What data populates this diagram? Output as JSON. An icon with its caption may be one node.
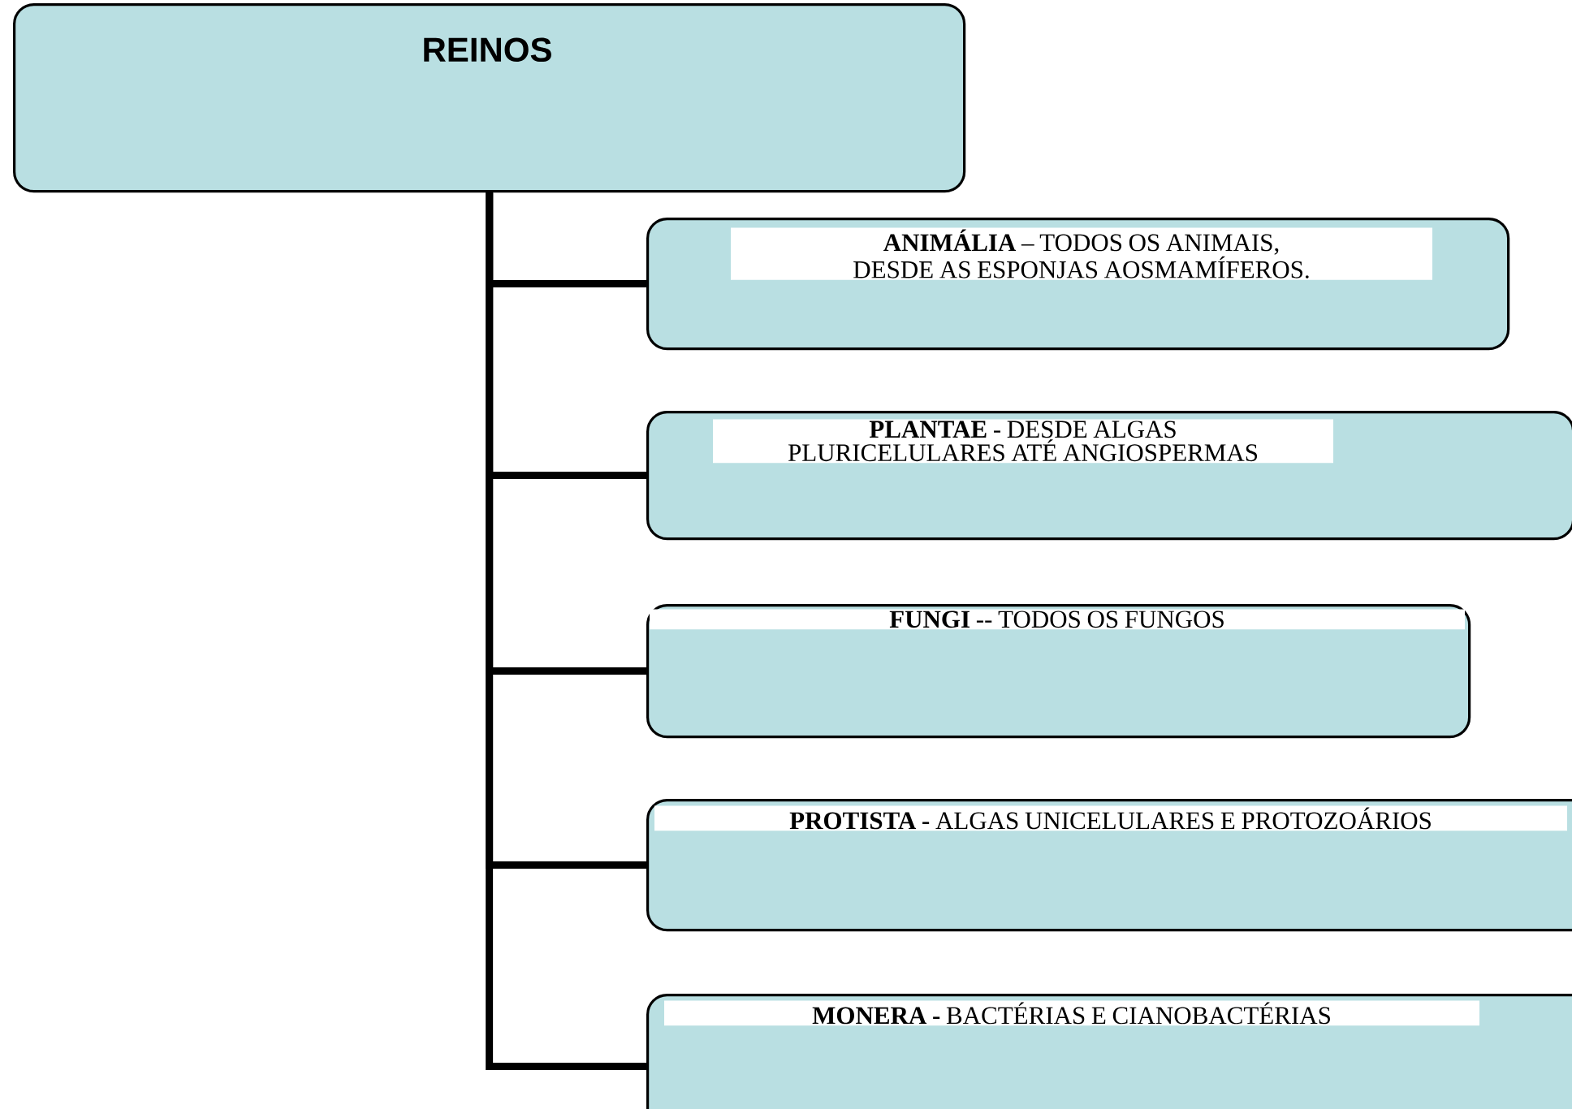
{
  "diagram": {
    "nodes": [
      {
        "text": [
          "REINOS"
        ]
      },
      {
        "text": [
          "**ANIMÁLIA** – TODOS OS ANIMAIS, DESDE AS ESPONJAS AOSMAMÍFEROS."
        ]
      },
      {
        "text": [
          "**PLANTAE** - DESDE ALGAS PLURICELULARES ATÉ ANGIOSPERMAS"
        ]
      },
      {
        "text": [
          "**FUNGI** -- TODOS OS FUNGOS"
        ]
      },
      {
        "text": [
          "**PROTISTA -** ALGAS UNICELULARES E PROTOZOÁRIOS"
        ]
      },
      {
        "text": [
          "**MONERA -** BACTÉRIAS E CIANOBACTÉRIAS"
        ]
      }
    ],
    "edges": [
      {
        "from": 0,
        "to": 1,
        "arrow": "none"
      },
      {
        "from": 0,
        "to": 2,
        "arrow": "none"
      },
      {
        "from": 0,
        "to": 3,
        "arrow": "none"
      },
      {
        "from": 0,
        "to": 4,
        "arrow": "none"
      },
      {
        "from": 0,
        "to": 5,
        "arrow": "none"
      }
    ]
  }
}
